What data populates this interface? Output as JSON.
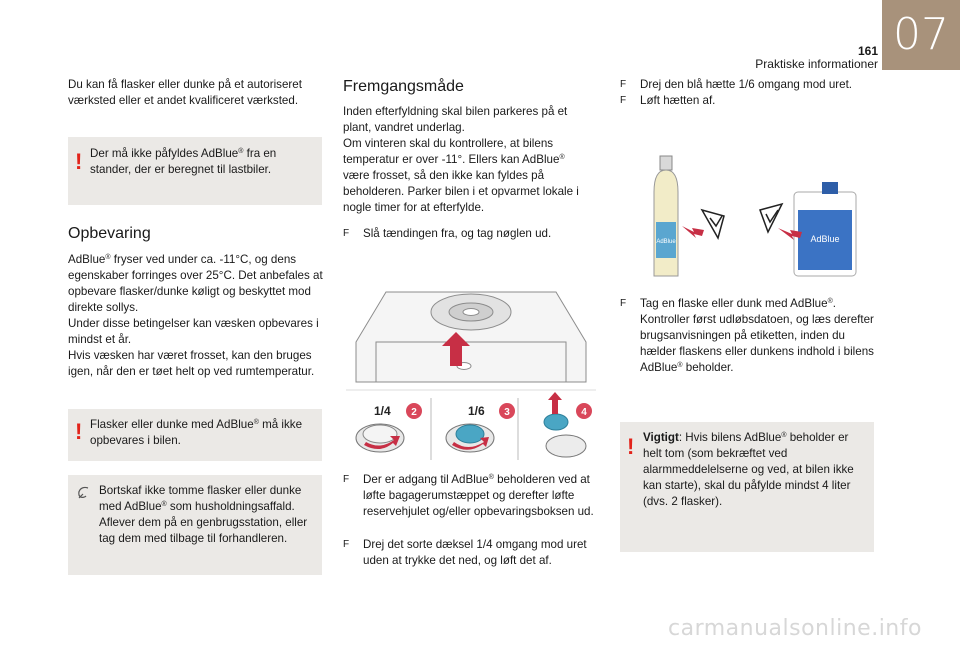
{
  "header": {
    "page_number": "161",
    "section_title": "Praktiske informationer",
    "chapter": "07"
  },
  "col1": {
    "intro": "Du kan få flasker eller dunke på et autoriseret værksted eller et andet kvalificeret værksted.",
    "warning1": [
      "Der må ikke påfyldes AdBlue",
      "®",
      " fra en stander, der er beregnet til lastbiler."
    ],
    "heading": "Opbevaring",
    "body": [
      "AdBlue",
      "®",
      " fryser ved under ca. -11°C, og dens egenskaber forringes over 25°C. Det anbefales at opbevare flasker/dunke køligt og beskyttet mod direkte sollys.",
      "Under disse betingelser kan væsken opbevares i mindst et år.",
      "Hvis væsken har været frosset, kan den bruges igen, når den er tøet helt op ved rumtemperatur."
    ],
    "warning2": [
      "Flasker eller dunke med AdBlue",
      "®",
      " må ikke opbevares i bilen."
    ],
    "eco": [
      "Bortskaf ikke tomme flasker eller dunke med AdBlue",
      "®",
      " som husholdningsaffald. Aflever dem på en genbrugsstation, eller tag dem med tilbage til forhandleren."
    ]
  },
  "col2": {
    "heading": "Fremgangsmåde",
    "body": [
      "Inden efterfyldning skal bilen parkeres på et plant, vandret underlag.",
      "Om vinteren skal du kontrollere, at bilens temperatur er over -11°. Ellers kan AdBlue",
      "®",
      " være frosset, så den ikke kan fyldes på beholderen. Parker bilen i et opvarmet lokale i nogle timer for at efterfylde."
    ],
    "bullet1": "Slå tændingen fra, og tag nøglen ud.",
    "figure": {
      "labels": [
        "1/4",
        "1/6"
      ],
      "steps": [
        "2",
        "3",
        "4"
      ],
      "colors": {
        "step": "#d9475a",
        "arrow": "#c72f45",
        "cap": "#4aa6c4"
      }
    },
    "bullet2": [
      "Der er adgang til AdBlue",
      "®",
      " beholderen ved at løfte bagagerumstæppet og derefter løfte reservehjulet og/eller opbevaringsboksen ud."
    ],
    "bullet3": "Drej det sorte dæksel 1/4 omgang mod uret uden at trykke det ned, og løft det af."
  },
  "col3": {
    "bullet1": "Drej den blå hætte 1/6 omgang mod uret.",
    "bullet2": "Løft hætten af.",
    "figure": {
      "bottle_label": "AdBlue",
      "can_label": "AdBlue"
    },
    "bullet3": [
      "Tag en flaske eller dunk med AdBlue",
      "®",
      ". Kontroller først udløbsdatoen, og læs derefter brugsanvisningen på etiketten, inden du hælder flaskens eller dunkens indhold i bilens AdBlue",
      "®",
      " beholder."
    ],
    "important": [
      "Vigtigt",
      ": Hvis bilens AdBlue",
      "®",
      " beholder er helt tom (som bekræftet ved alarmmeddelelserne og ved, at bilen ikke kan starte), skal du påfylde mindst 4 liter (dvs. 2 flasker)."
    ]
  },
  "bullet_marker": "F",
  "warning_marker": "!",
  "eco_icon": "leaf-icon",
  "watermark": "carmanualsonline.info"
}
